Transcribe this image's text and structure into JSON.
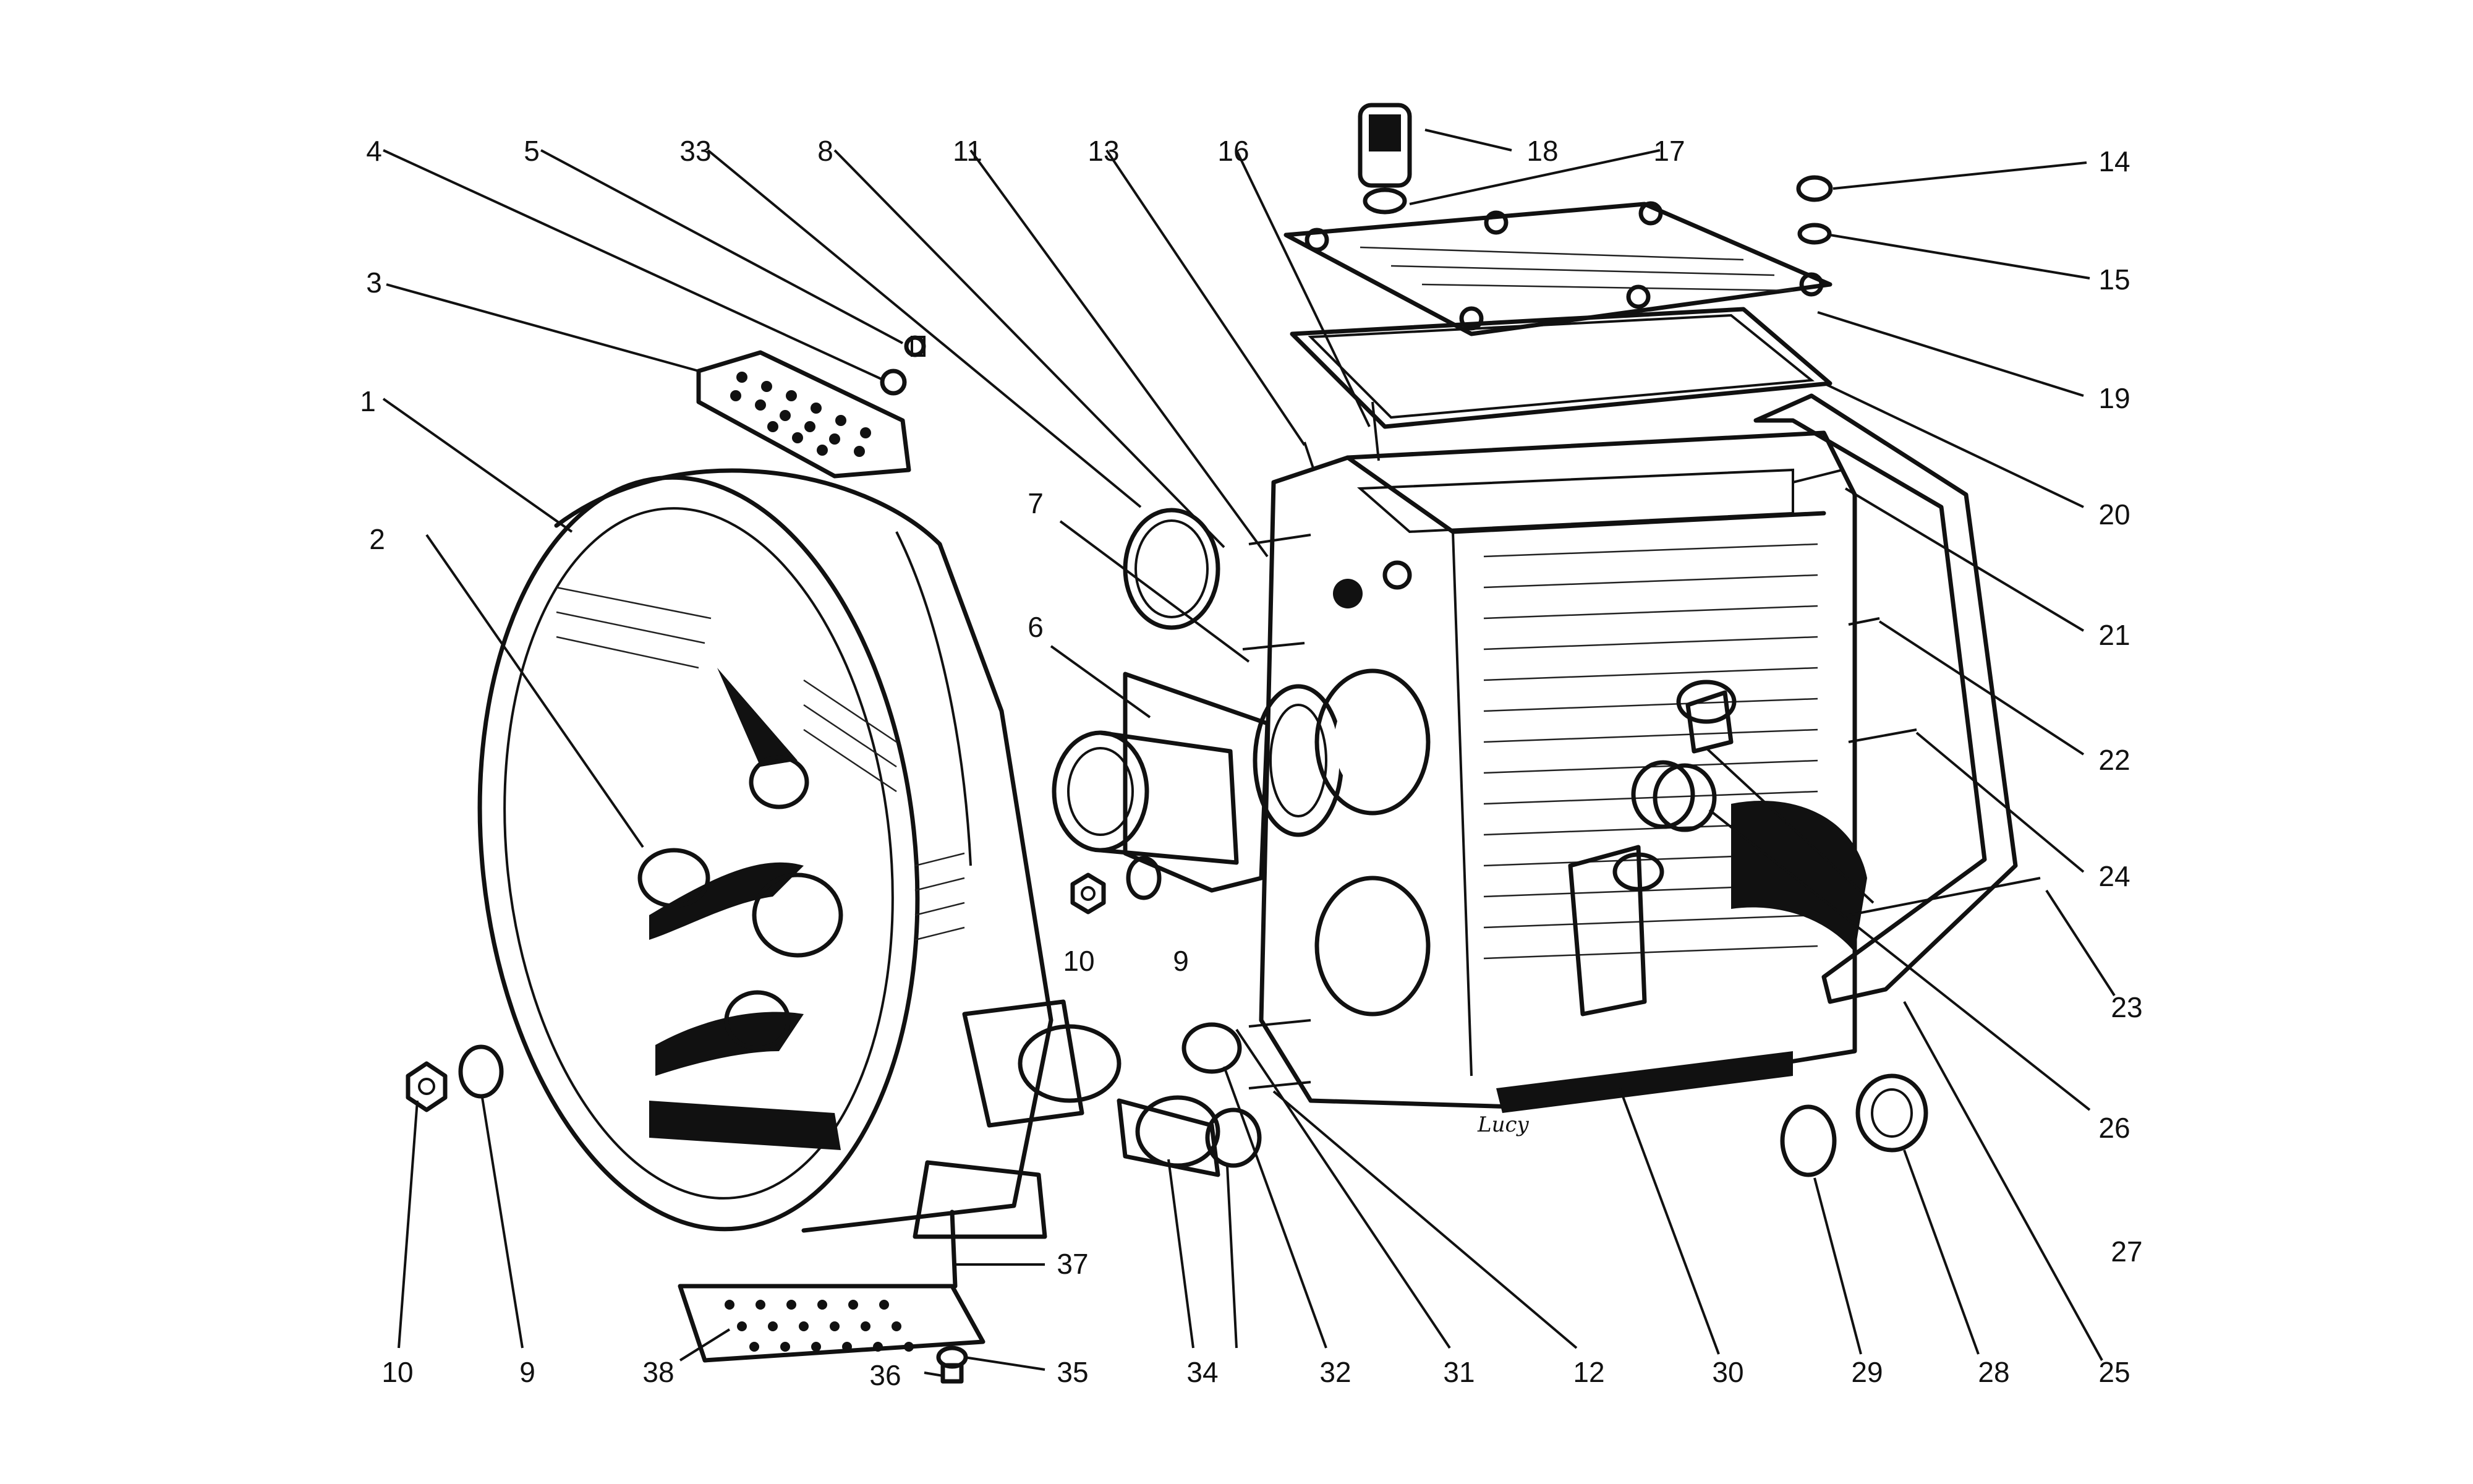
{
  "signature": "Lucy",
  "callouts": [
    {
      "id": "c1",
      "label": "1"
    },
    {
      "id": "c2",
      "label": "2"
    },
    {
      "id": "c3",
      "label": "3"
    },
    {
      "id": "c4",
      "label": "4"
    },
    {
      "id": "c5",
      "label": "5"
    },
    {
      "id": "c6",
      "label": "6"
    },
    {
      "id": "c7",
      "label": "7"
    },
    {
      "id": "c8",
      "label": "8"
    },
    {
      "id": "c9a",
      "label": "9"
    },
    {
      "id": "c9b",
      "label": "9"
    },
    {
      "id": "c10a",
      "label": "10"
    },
    {
      "id": "c10b",
      "label": "10"
    },
    {
      "id": "c11",
      "label": "11"
    },
    {
      "id": "c12",
      "label": "12"
    },
    {
      "id": "c13",
      "label": "13"
    },
    {
      "id": "c14",
      "label": "14"
    },
    {
      "id": "c15",
      "label": "15"
    },
    {
      "id": "c16",
      "label": "16"
    },
    {
      "id": "c17",
      "label": "17"
    },
    {
      "id": "c18",
      "label": "18"
    },
    {
      "id": "c19",
      "label": "19"
    },
    {
      "id": "c20",
      "label": "20"
    },
    {
      "id": "c21",
      "label": "21"
    },
    {
      "id": "c22",
      "label": "22"
    },
    {
      "id": "c23",
      "label": "23"
    },
    {
      "id": "c24",
      "label": "24"
    },
    {
      "id": "c25",
      "label": "25"
    },
    {
      "id": "c26",
      "label": "26"
    },
    {
      "id": "c27",
      "label": "27"
    },
    {
      "id": "c28",
      "label": "28"
    },
    {
      "id": "c29",
      "label": "29"
    },
    {
      "id": "c30",
      "label": "30"
    },
    {
      "id": "c31",
      "label": "31"
    },
    {
      "id": "c32",
      "label": "32"
    },
    {
      "id": "c33",
      "label": "33"
    },
    {
      "id": "c34",
      "label": "34"
    },
    {
      "id": "c35",
      "label": "35"
    },
    {
      "id": "c36",
      "label": "36"
    },
    {
      "id": "c37",
      "label": "37"
    },
    {
      "id": "c38",
      "label": "38"
    }
  ]
}
